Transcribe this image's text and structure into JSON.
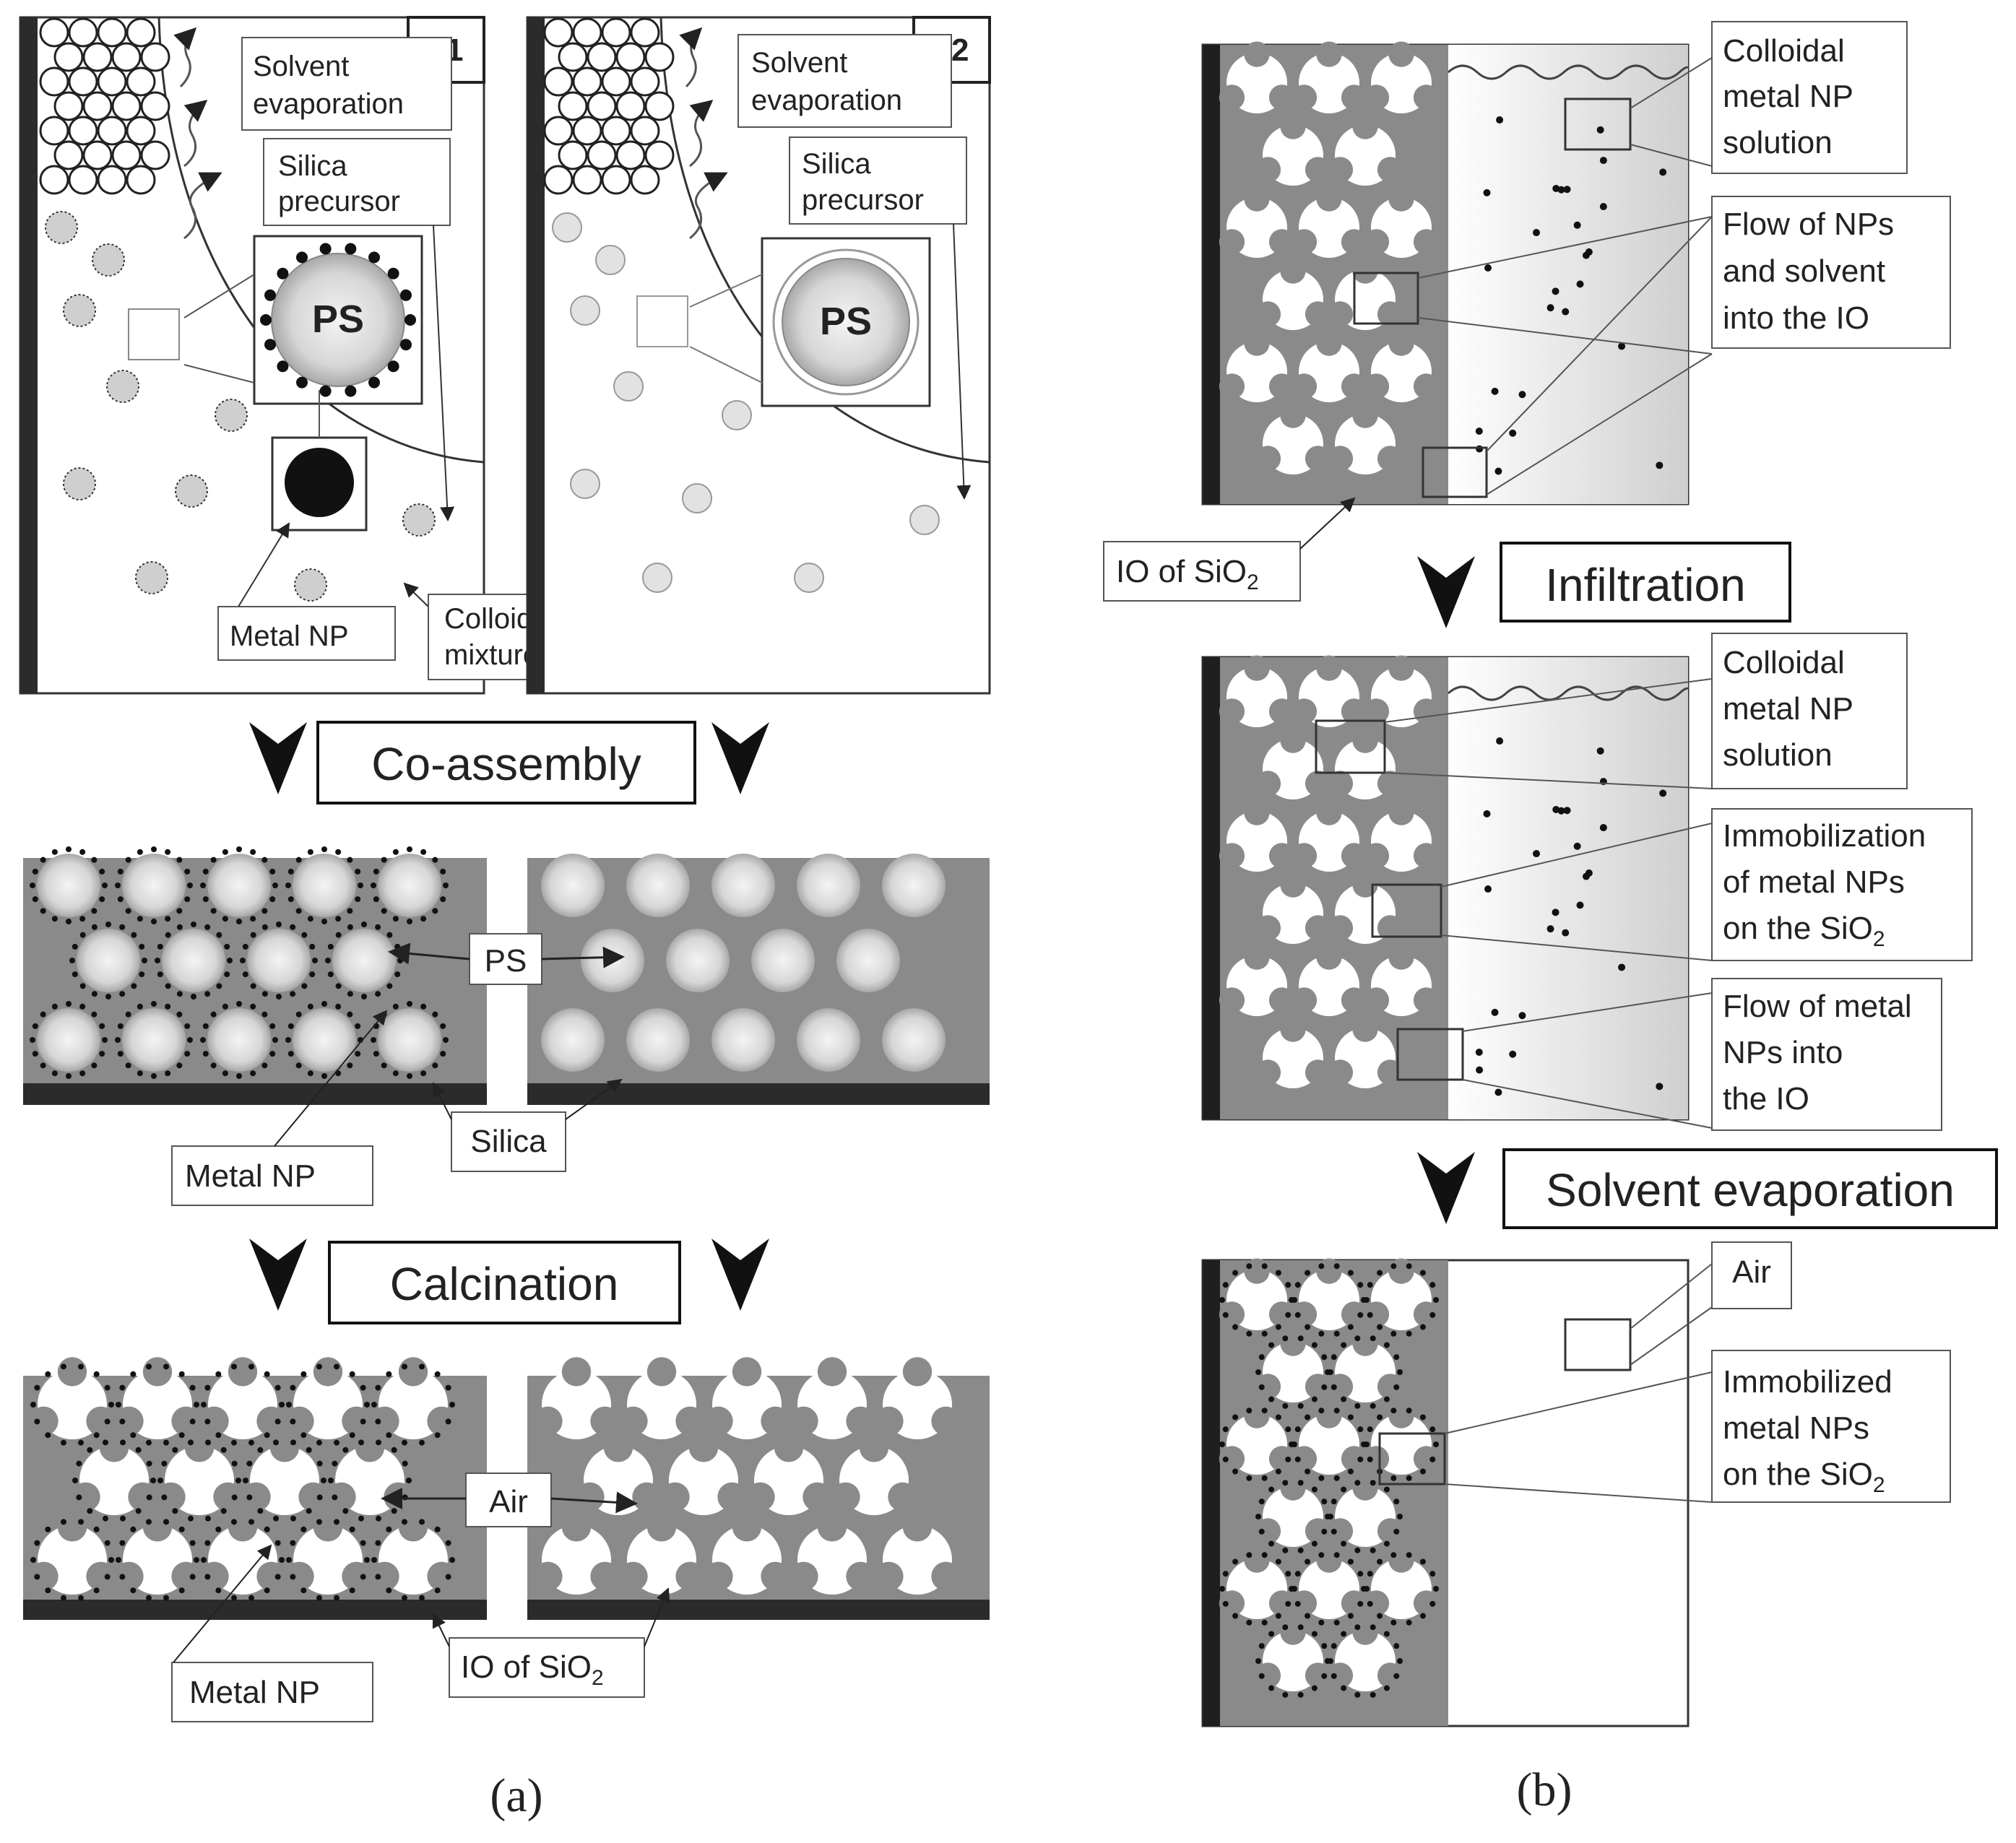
{
  "panel_a": {
    "a1": {
      "tag": "a1",
      "solvent_evaporation": [
        "Solvent",
        "evaporation"
      ],
      "silica_precursor": [
        "Silica",
        "precursor"
      ],
      "ps": "PS",
      "metal_np": "Metal NP",
      "colloidal_mixture": [
        "Colloidal",
        "mixture"
      ]
    },
    "a2": {
      "tag": "a2",
      "solvent_evaporation": [
        "Solvent",
        "evaporation"
      ],
      "silica_precursor": [
        "Silica",
        "precursor"
      ],
      "ps": "PS"
    },
    "step_coassembly": "Co-assembly",
    "ps_label": "PS",
    "metal_np_label": "Metal NP",
    "silica_label": "Silica",
    "step_calcination": "Calcination",
    "air_label": "Air",
    "metal_np_label_2": "Metal NP",
    "io_label": "IO of SiO",
    "io_sub": "2",
    "caption": "(a)"
  },
  "panel_b": {
    "colloidal_solution": [
      "Colloidal",
      "metal NP",
      "solution"
    ],
    "flow_nps_solvent": [
      "Flow of NPs",
      "and solvent",
      "into the IO"
    ],
    "io_label": "IO of SiO",
    "io_sub": "2",
    "step_infiltration": "Infiltration",
    "colloidal_solution_2": [
      "Colloidal",
      "metal NP",
      "solution"
    ],
    "immobilization": [
      "Immobilization",
      "of metal NPs",
      "on the SiO"
    ],
    "immobilization_sub": "2",
    "flow_metal_nps": [
      "Flow of metal",
      "NPs into",
      "the IO"
    ],
    "step_solvent_evaporation": "Solvent evaporation",
    "air_label": "Air",
    "immobilized": [
      "Immobilized",
      "metal NPs",
      "on the SiO"
    ],
    "immobilized_sub": "2",
    "caption": "(b)"
  }
}
